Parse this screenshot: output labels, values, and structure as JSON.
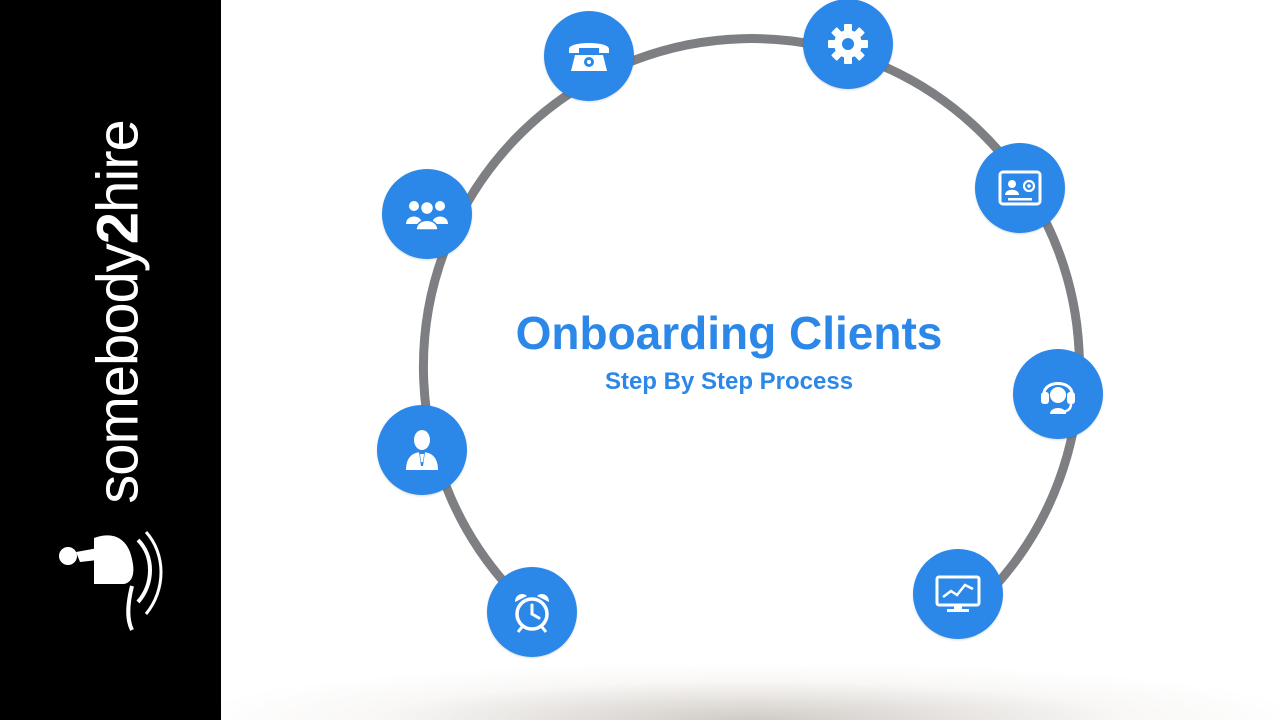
{
  "brand": {
    "word_part1": "somebody",
    "word_part2": "2",
    "word_part3": "hire"
  },
  "diagram": {
    "title": "Onboarding Clients",
    "subtitle": "Step By Step Process",
    "accent_color": "#2b87e8",
    "ring_color": "#7d7f82",
    "nodes": [
      {
        "icon": "telephone-icon"
      },
      {
        "icon": "gear-icon"
      },
      {
        "icon": "contact-card-icon"
      },
      {
        "icon": "headset-icon"
      },
      {
        "icon": "monitor-chart-icon"
      },
      {
        "icon": "alarm-clock-icon"
      },
      {
        "icon": "businessman-icon"
      },
      {
        "icon": "group-icon"
      }
    ]
  }
}
